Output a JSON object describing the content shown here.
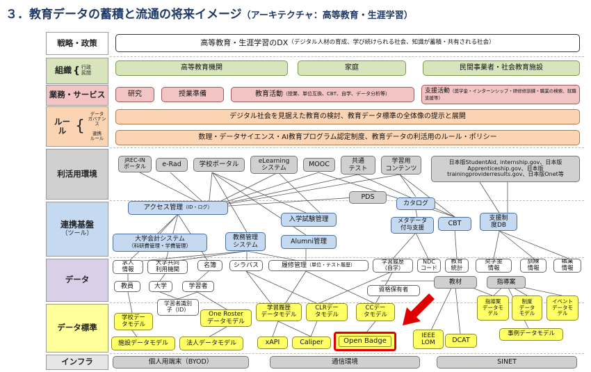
{
  "title": {
    "main": "３．教育データの蓄積と流通の将来イメージ",
    "sub": "（アーキテクチャ：高等教育・生涯学習）"
  },
  "layers": {
    "strategy": "戦略・政策",
    "org": "組織",
    "org_note": [
      "行政",
      "民間"
    ],
    "business": "業務・サービス",
    "rule": "ルール",
    "rule_note1": [
      "データ",
      "ガバナンス"
    ],
    "rule_note2": [
      "連携",
      "ルール"
    ],
    "env": "利活用環境",
    "tools": "連携基盤",
    "tools_sub": "（ツール）",
    "data": "データ",
    "standards": "データ標準",
    "infra": "インフラ"
  },
  "strategy": {
    "main": "高等教育・生涯学習のDX",
    "sub": "（デジタル人材の育成、学び続けられる社会、知識が蓄積・共有される社会）"
  },
  "org": [
    "高等教育機関",
    "家庭",
    "民間事業者・社会教育施設"
  ],
  "business": {
    "research": "研究",
    "prep": "授業準備",
    "activity": "教育活動",
    "activity_sub": "（授業、単位互換、CBT、自学、データ分析等）",
    "support": "支援活動",
    "support_sub": "（奨学金・インターンシップ・研修修訓練・職業の検索、就職支援等）"
  },
  "rules": [
    "デジタル社会を見据えた教育の検討、教育データ標準の全体像の提示と展開",
    "数理・データサイエンス・AI教育プログラム認定制度、教育データの利活用のルール・ポリシー"
  ],
  "env": {
    "jrec": [
      "jREC-IN",
      "ポータル"
    ],
    "erad": "e-Rad",
    "portal": "学校ポータル",
    "elearning": [
      "eLearning",
      "システム"
    ],
    "mooc": "MOOC",
    "test": [
      "共通",
      "テスト"
    ],
    "content": [
      "学習用",
      "コンテンツ"
    ],
    "intl": [
      "日本版StudentAid, internship.gov、日本版",
      "Apprenticeship.gov、日本版",
      "trainingproviderresults.gov、日本版Onet等"
    ]
  },
  "tools": {
    "pds": "PDS",
    "catalog": "カタログ",
    "access": "アクセス管理",
    "access_sub": "（ID・ログ）",
    "exam": "入学試験管理",
    "meta": [
      "メタデータ",
      "付与支援"
    ],
    "cbt": "CBT",
    "support_db": [
      "支援制",
      "度DB"
    ],
    "accounting": "大学会計システム",
    "accounting_sub": "（科研費管理・学費管理）",
    "affairs": [
      "教務管理",
      "システム"
    ],
    "alumni": "Alumni管理"
  },
  "data": {
    "job": [
      "求人",
      "情報"
    ],
    "shared": [
      "大学共同",
      "利用機関"
    ],
    "roster": "名簿",
    "syllabus": "シラバス",
    "history": "履修管理",
    "history_sub": "（単位・テスト履歴）",
    "learning": [
      "学習履歴",
      "（自学）"
    ],
    "ndc": [
      "NDC",
      "コード"
    ],
    "stats": [
      "教育",
      "統計"
    ],
    "scholar": [
      "奨学金",
      "情報"
    ],
    "training": [
      "訓練",
      "情報"
    ],
    "occupation": [
      "職業",
      "情報"
    ],
    "teacher": "教員",
    "univ": "大学",
    "learner": "学習者",
    "cert": "資格保有者",
    "material": "教材",
    "guide": "指導案"
  },
  "standards": {
    "school": [
      "学校デー",
      "タモデル"
    ],
    "learnerid": [
      "学習者識別",
      "子（ID）"
    ],
    "oneroster": [
      "One Roster",
      "データモデル"
    ],
    "lrm": [
      "学習履歴",
      "データモデル"
    ],
    "clr": [
      "CLRデー",
      "タモデル"
    ],
    "cc": [
      "CCデー",
      "タモデル"
    ],
    "ieee": [
      "IEEE",
      "LOM"
    ],
    "guidemodel": [
      "指導案",
      "データモ",
      "デル"
    ],
    "system": [
      "制度",
      "データ",
      "モデル"
    ],
    "event": [
      "イベント",
      "データモ",
      "デル"
    ],
    "facility": "施設データモデル",
    "corp": "法人データモデル",
    "xapi": "xAPI",
    "caliper": "Caliper",
    "badge": "Open Badge",
    "dcat": "DCAT",
    "case": "事例データモデル"
  },
  "infra": [
    "個人用端末（BYOD）",
    "通信環境",
    "SINET"
  ]
}
